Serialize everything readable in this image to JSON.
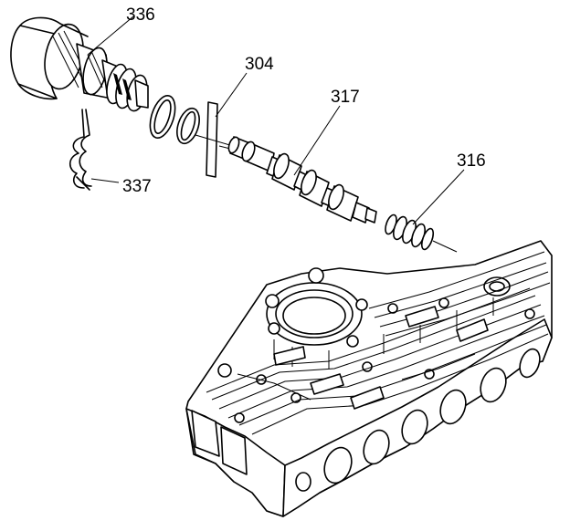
{
  "diagram": {
    "callouts": {
      "c336": "336",
      "c304": "304",
      "c317": "317",
      "c316": "316",
      "c337": "337"
    }
  }
}
